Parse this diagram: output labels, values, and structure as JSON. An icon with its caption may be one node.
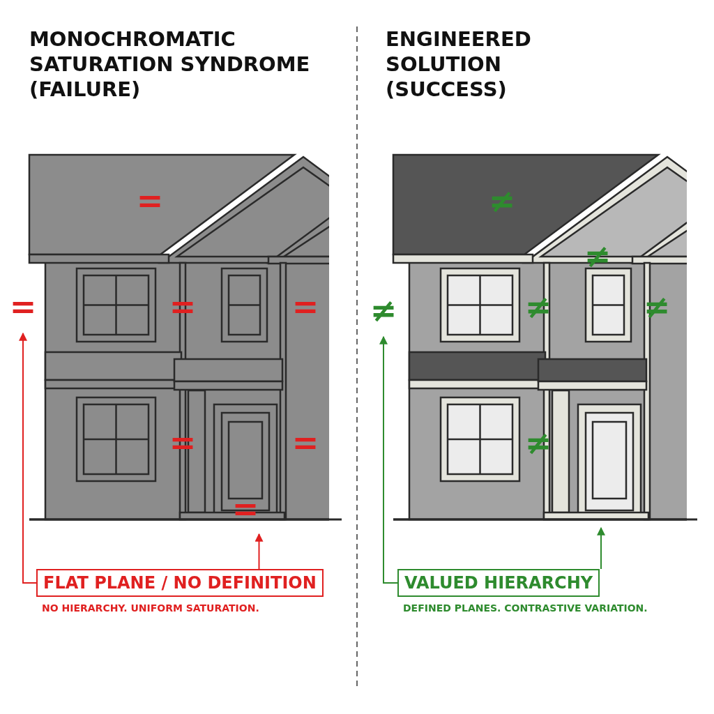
{
  "diagram": {
    "nodes": [
      {
        "text": [
          "FLAT PLANE / NO DEFINITION"
        ],
        "beside": [
          "NO HIERARCHY. UNIFORM SATURATION."
        ]
      },
      {
        "text": [
          "="
        ]
      },
      {
        "text": [
          "="
        ]
      },
      {
        "text": [
          "VALUED HIERARCHY"
        ],
        "beside": [
          "DEFINED PLANES. CONTRASTIVE VARIATION."
        ]
      },
      {
        "text": [
          "≠"
        ]
      }
    ],
    "edges": [
      {
        "from": 0,
        "to": 1,
        "arrow": "to",
        "color": "#e02020"
      },
      {
        "from": 0,
        "to": 2,
        "arrow": "to",
        "color": "#e02020"
      },
      {
        "from": 3,
        "to": 4,
        "arrow": "to",
        "color": "#2e8b2e"
      },
      {
        "from": 3,
        "to": null,
        "arrow": "to",
        "color": "#2e8b2e"
      }
    ],
    "labels": [
      "MONOCHROMATIC SATURATION SYNDROME (FAILURE)",
      "ENGINEERED SOLUTION (SUCCESS)",
      "=",
      "≠",
      "≠",
      "=",
      "=",
      "≠",
      "≠",
      "=",
      "=",
      "≠"
    ]
  }
}
